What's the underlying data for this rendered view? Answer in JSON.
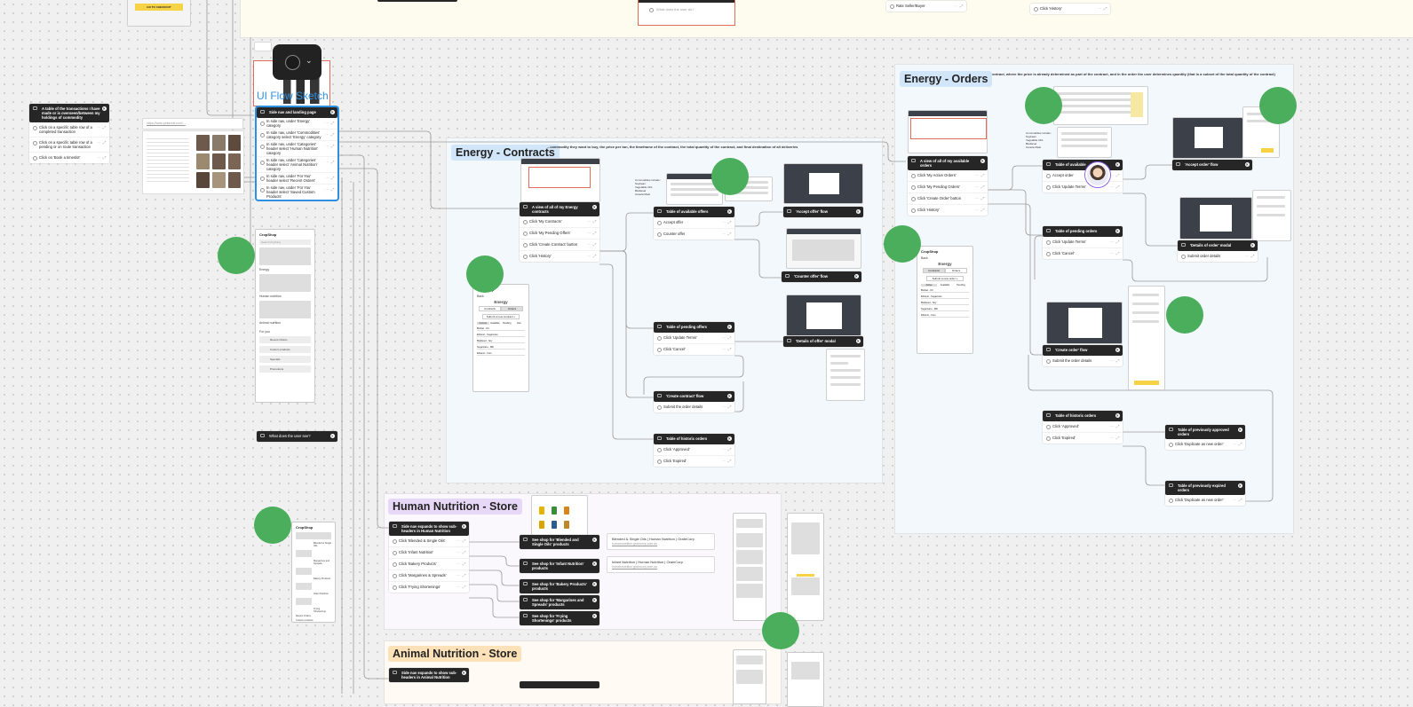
{
  "sections": {
    "energy_contracts": {
      "title": "Energy - Contracts",
      "description": "...commodity they want to buy, the price per ton, the timeframe of the contract, the total quantity of the contract, and final destination of all deliveries"
    },
    "energy_orders": {
      "title": "Energy - Orders",
      "description": "...e of a contract, where the price is already determined as part of the contract, and in the order the user determines quantity (that is a subset of the total quantity of the contract)"
    },
    "human_nutrition": {
      "title": "Human Nutrition - Store"
    },
    "animal_nutrition": {
      "title": "Animal Nutrition - Store"
    }
  },
  "ui_flow_label": "UI Flow Sketch",
  "notes": {
    "transactions": {
      "header": "A table of the transactions I have made or is overseen/between my holdings of commodity",
      "rows": [
        "Click on a specific table row of a completed transaction",
        "Click on a specific table row of a pending or on route transaction",
        "Click on 'Book a timeslot'"
      ]
    },
    "link": "https://www.pinterest.com/..."
  },
  "top_rows": {
    "search": "What does the user do?",
    "rate": "Rate Seller/Buyer",
    "history": "Click 'History'"
  },
  "side_nav": {
    "header": "Side nav and landing page",
    "rows": [
      "In side nav, under 'Energy' category",
      "In side nav, under 'Commodities' category select 'Energy' category",
      "In side nav, under 'Categories' header select 'Human Nutrition' category",
      "In side nav, under 'Categories' header select 'Animal Nutrition' category",
      "In side nav, under 'For You' header select 'Recent Orders'",
      "In side nav, under 'For You' header select 'Saved Custom Products'"
    ]
  },
  "what_user_sees": "What does the user see?",
  "phone_main": {
    "logo": "CropShop",
    "search": "Search Anything",
    "labels": [
      "Energy",
      "Human nutrition",
      "Animal nutrition"
    ],
    "for_you": "For you",
    "list": [
      "Recent Orders",
      "Custom products",
      "Specials",
      "Promotions"
    ]
  },
  "phone_energy": {
    "logo": "CropShop",
    "back": "Back",
    "title": "Energy",
    "tabs": [
      "Contracts",
      "Orders"
    ],
    "button": "Submit a new contract +",
    "subtabs": [
      "Current",
      "Available",
      "Pending",
      "Hist"
    ],
    "rows": [
      "Biofuel - Oil",
      "Ethanol - Sugarcane",
      "Biodiesel - Soy",
      "Sugarcane - Mill",
      "Ethanol - Corn"
    ]
  },
  "phone_orders": {
    "logo": "CropShop",
    "back": "Back",
    "title": "Energy",
    "tabs": [
      "Contracts",
      "Orders"
    ],
    "button": "Submit a new order +",
    "subtabs": [
      "Active",
      "Available",
      "Pending"
    ],
    "rows": [
      "Biofuel - Oil",
      "Ethanol - Sugarcane",
      "Biodiesel - Soy",
      "Sugarcane - Mill",
      "Ethanol - Corn"
    ]
  },
  "phone_human": {
    "logo": "CropShop",
    "labels": [
      "Blended & Single Oils",
      "Margarines and Spreads",
      "Bakery Products",
      "Infant Nutrition",
      "Frying Shortenings"
    ],
    "footer": [
      "Recent Orders",
      "Custom products"
    ]
  },
  "commodity_notes": {
    "contracts": {
      "title": "Commodities include:",
      "items": [
        "Soybean",
        "Vegetable Oils",
        "Biodiesel",
        "Canola Meal"
      ]
    },
    "orders": {
      "title": "Commodities include:",
      "items": [
        "Soybean",
        "Vegetable Oils",
        "Biodiesel",
        "Canola Meal"
      ]
    }
  },
  "contracts_cards": {
    "main": {
      "header": "A view of all of my Energy contracts",
      "rows": [
        "Click 'My Contracts'",
        "Click 'My Pending Offers'",
        "Click 'Create Contract' button",
        "Click 'History'"
      ]
    },
    "available": {
      "header": "Table of available offers",
      "rows": [
        "Accept offer",
        "Counter offer"
      ]
    },
    "accept_flow": {
      "header": "'Accept offer' flow"
    },
    "counter_flow": {
      "header": "'Counter offer' flow"
    },
    "pending": {
      "header": "Table of pending offers",
      "rows": [
        "Click 'Update Terms'",
        "Click 'Cancel'"
      ]
    },
    "details_modal": {
      "header": "'Details of offer' modal"
    },
    "create_flow": {
      "header": "'Create contract' flow",
      "rows": [
        "Submit the order details"
      ]
    },
    "historic": {
      "header": "Table of historic orders",
      "rows": [
        "Click 'Approved'",
        "Click 'Expired'"
      ]
    }
  },
  "orders_cards": {
    "main": {
      "header": "A view of all of my available orders",
      "rows": [
        "Click 'My Active Orders'",
        "Click 'My Pending Orders'",
        "Click 'Create Order' button",
        "Click 'History'"
      ]
    },
    "available": {
      "header": "Table of available",
      "rows": [
        "Accept order",
        "Click 'Update Terms'"
      ]
    },
    "accept_flow": {
      "header": "'Accept order' flow"
    },
    "pending": {
      "header": "Table of pending orders",
      "rows": [
        "Click 'Update Terms'",
        "Click 'Cancel'"
      ]
    },
    "details_modal": {
      "header": "'Details of order' modal",
      "rows": [
        "Submit order details"
      ]
    },
    "create_flow": {
      "header": "'Create order' flow",
      "rows": [
        "Submit the order details"
      ]
    },
    "historic": {
      "header": "Table of historic orders",
      "rows": [
        "Click 'Approved'",
        "Click 'Expired'"
      ]
    },
    "approved": {
      "header": "Table of previously approved orders",
      "rows": [
        "Click 'Duplicate as new order'"
      ]
    },
    "expired": {
      "header": "Table of previously expired orders",
      "rows": [
        "Click 'Duplicate as new order'"
      ]
    }
  },
  "human_cards": {
    "main": {
      "header": "Side nav expands to show sub-headers in Human Nutrition",
      "rows": [
        "Click 'Blended & Single Oils'",
        "Click 'Infant Nutrition'",
        "Click 'Bakery Products'",
        "Click 'Margarines & Spreads'",
        "Click 'Frying Shortenings'"
      ]
    },
    "shops": [
      "See shop for 'Blended and Single Oils' products",
      "See shop for 'Infant Nutrition' products",
      "See shop for 'Bakery Products' products",
      "See shop for 'Margarines and Spreads' products",
      "See shop for 'Frying Shortenings' products"
    ],
    "links": [
      {
        "title": "Blended & Single Oils | Human Nutrition | OrateCorp",
        "url": "humannutrition.graincorp.com.au"
      },
      {
        "title": "Infant Nutrition | Human Nutrition | OrainCorp",
        "url": "humannutrition.graincorp.com.au"
      }
    ]
  },
  "animal_cards": {
    "main": {
      "header": "Side nav expands to show sub-headers in Animal Nutrition"
    }
  },
  "top_card_button": "GO TO CHECKOUT",
  "colors": {
    "accent_blue": "#2f8fe0",
    "green_cursor": "#4aae5c",
    "avatar": "#8a5cf0",
    "header_dark": "#262626"
  }
}
